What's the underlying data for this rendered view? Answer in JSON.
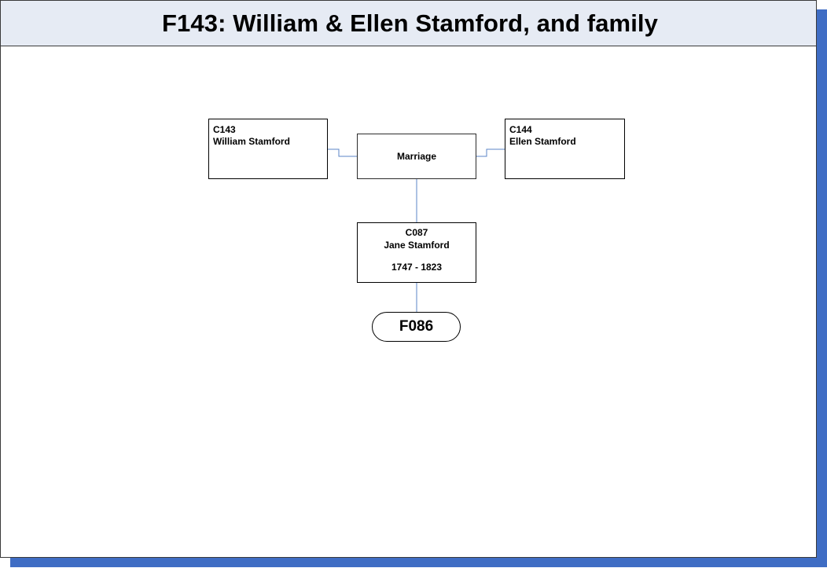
{
  "title": "F143: William & Ellen Stamford, and family",
  "colors": {
    "shadow": "#3f6dc4",
    "title_background": "#e6ebf4",
    "connector": "#5b86c7"
  },
  "father": {
    "id": "C143",
    "name": "William Stamford"
  },
  "mother": {
    "id": "C144",
    "name": "Ellen Stamford"
  },
  "marriage": {
    "label": "Marriage"
  },
  "child": {
    "id": "C087",
    "name": "Jane Stamford",
    "dates": "1747 - 1823"
  },
  "family_link": {
    "label": "F086"
  }
}
